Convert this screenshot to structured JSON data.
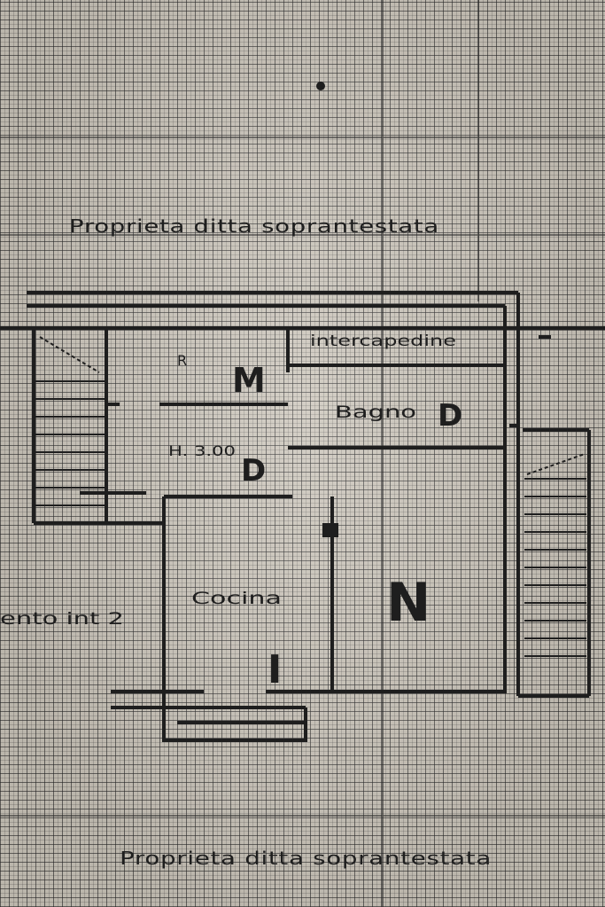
{
  "labels": {
    "top_property": "Proprieta ditta soprantestata",
    "bottom_property": "Proprieta ditta soprantestata",
    "intercapedine": "intercapedine",
    "bagno": "Bagno",
    "cucina": "Cocina",
    "room_r": "R",
    "height": "H. 3.00",
    "appartamento": "ento int 2"
  },
  "marks": {
    "m1": "M",
    "m2": "D",
    "m3": "D",
    "m4": "N",
    "m5": "I"
  },
  "colors": {
    "paper": "#cbc5ba",
    "ink": "#1e1e1e",
    "grid": "#3a3a3a"
  }
}
